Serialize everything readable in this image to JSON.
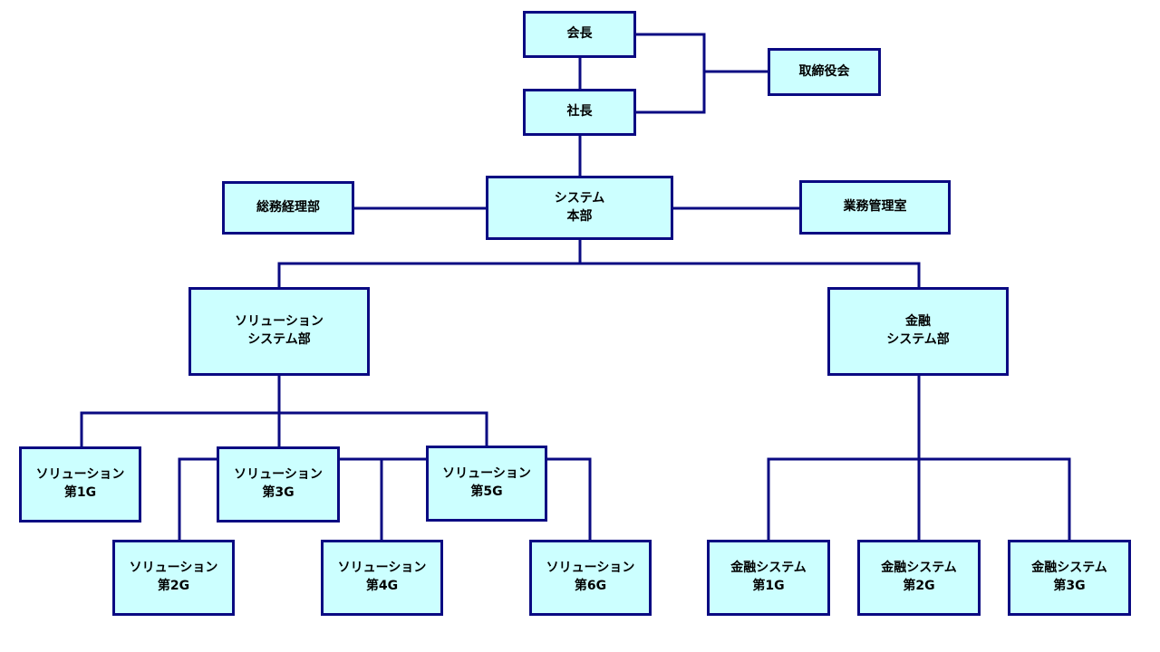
{
  "colors": {
    "box_fill": "#ccffff",
    "box_border": "#0a0a82",
    "line": "#0a0a82"
  },
  "nodes": {
    "chairman": [
      "会長"
    ],
    "board": [
      "取締役会"
    ],
    "president": [
      "社長"
    ],
    "system_hq": [
      "システム",
      "本部"
    ],
    "general_affairs": [
      "総務経理部"
    ],
    "business_mgmt": [
      "業務管理室"
    ],
    "solution_dept": [
      "ソリューション",
      "システム部"
    ],
    "finance_dept": [
      "金融",
      "システム部"
    ],
    "sol_g1": [
      "ソリューション",
      "第1G"
    ],
    "sol_g2": [
      "ソリューション",
      "第2G"
    ],
    "sol_g3": [
      "ソリューション",
      "第3G"
    ],
    "sol_g4": [
      "ソリューション",
      "第4G"
    ],
    "sol_g5": [
      "ソリューション",
      "第5G"
    ],
    "sol_g6": [
      "ソリューション",
      "第6G"
    ],
    "fin_g1": [
      "金融システム",
      "第1G"
    ],
    "fin_g2": [
      "金融システム",
      "第2G"
    ],
    "fin_g3": [
      "金融システム",
      "第3G"
    ]
  }
}
